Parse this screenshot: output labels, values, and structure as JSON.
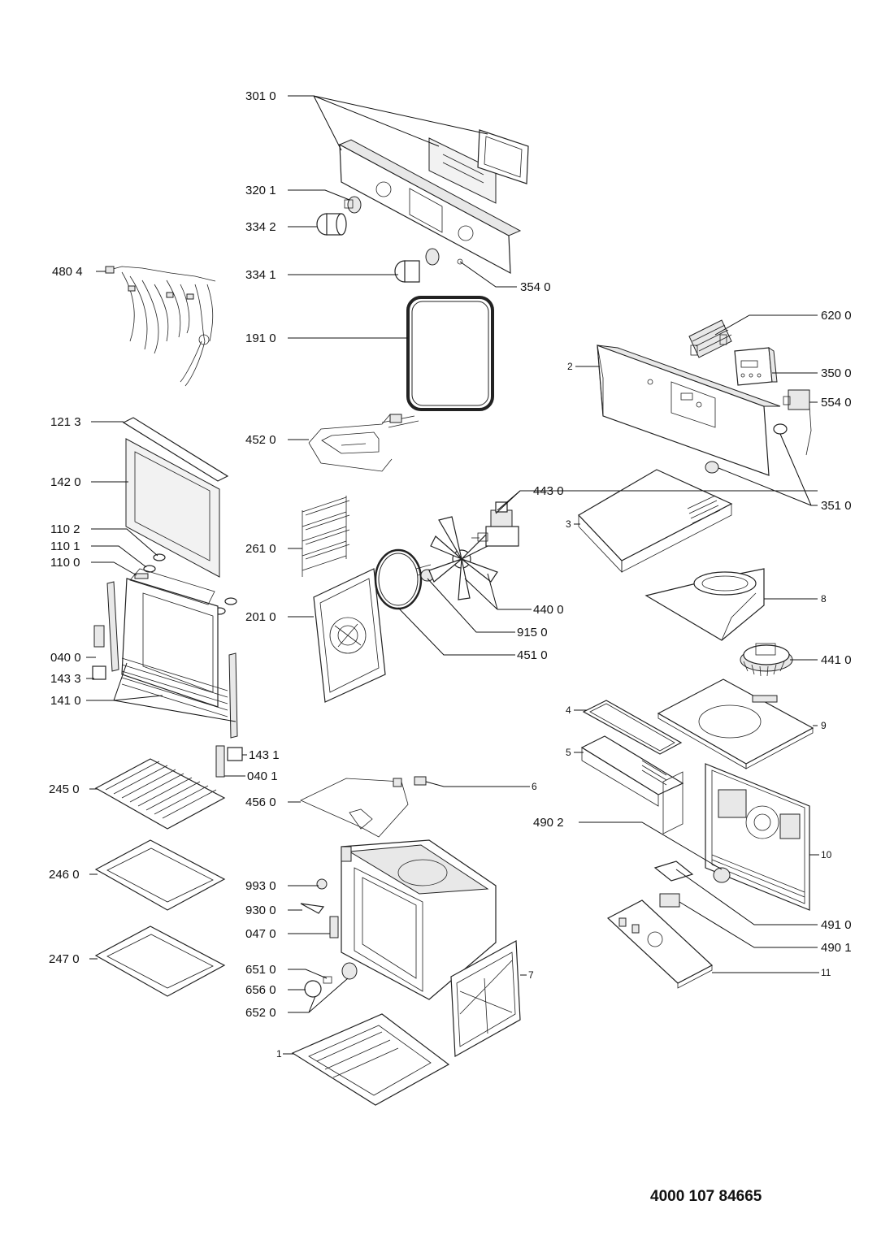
{
  "document_number": "4000 107 84665",
  "labels": {
    "p3010": "301 0",
    "p3201": "320 1",
    "p3342": "334 2",
    "p3341": "334 1",
    "p3540": "354 0",
    "p4804": "480 4",
    "p1910": "191 0",
    "p6200": "620 0",
    "p2": "2",
    "p3500": "350 0",
    "p5540": "554 0",
    "p1213": "121 3",
    "p4520": "452 0",
    "p1420": "142 0",
    "p3510": "351 0",
    "p4430": "443 0",
    "p3": "3",
    "p1102": "110 2",
    "p1101": "110 1",
    "p1100": "110 0",
    "p2610": "261 0",
    "p4400": "440 0",
    "p8": "8",
    "p2010": "201 0",
    "p9150": "915 0",
    "p4510": "451 0",
    "p0400": "040 0",
    "p4410": "441 0",
    "p1433": "143 3",
    "p1410": "141 0",
    "p4": "4",
    "p9": "9",
    "p5": "5",
    "p1431": "143 1",
    "p0401": "040 1",
    "p2450": "245 0",
    "p4560": "456 0",
    "p6": "6",
    "p4902": "490 2",
    "p10": "10",
    "p2460": "246 0",
    "p9930": "993 0",
    "p9300": "930 0",
    "p0470": "047 0",
    "p4910": "491 0",
    "p4901": "490 1",
    "p2470": "247 0",
    "p6510": "651 0",
    "p7": "7",
    "p11": "11",
    "p6560": "656 0",
    "p6520": "652 0",
    "p1": "1"
  }
}
